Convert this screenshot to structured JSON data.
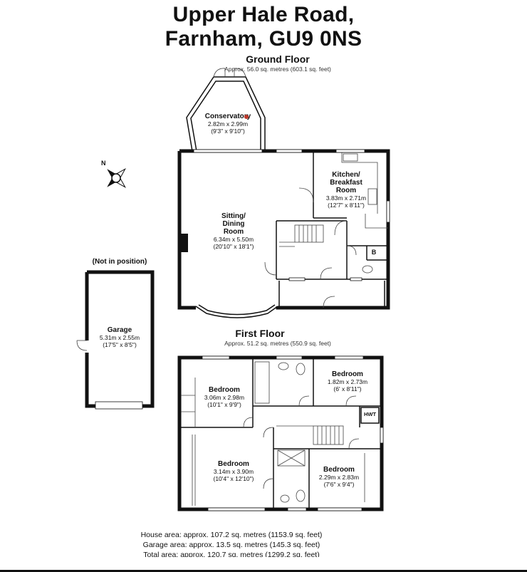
{
  "title": {
    "line1": "Upper Hale Road,",
    "line2": "Farnham, GU9 0NS"
  },
  "ground_floor": {
    "heading": "Ground Floor",
    "area": "Approx. 56.0 sq. metres (603.1 sq. feet)",
    "rooms": {
      "conservatory": {
        "name": "Conservatory",
        "metric": "2.82m x 2.99m",
        "imperial": "(9'3\" x 9'10\")"
      },
      "sitting": {
        "name1": "Sitting/",
        "name2": "Dining",
        "name3": "Room",
        "metric": "6.34m x 5.50m",
        "imperial": "(20'10\" x 18'1\")"
      },
      "kitchen": {
        "name1": "Kitchen/",
        "name2": "Breakfast",
        "name3": "Room",
        "metric": "3.83m x 2.71m",
        "imperial": "(12'7\" x 8'11\")"
      },
      "boiler": {
        "label": "B"
      }
    }
  },
  "garage": {
    "note": "(Not in position)",
    "name": "Garage",
    "metric": "5.31m x 2.55m",
    "imperial": "(17'5\" x 8'5\")"
  },
  "first_floor": {
    "heading": "First Floor",
    "area": "Approx. 51.2 sq. metres (550.9 sq. feet)",
    "rooms": {
      "bedroom_tl": {
        "name": "Bedroom",
        "metric": "3.06m x 2.98m",
        "imperial": "(10'1\" x 9'9\")"
      },
      "bedroom_tr": {
        "name": "Bedroom",
        "metric": "1.82m x 2.73m",
        "imperial": "(6' x 8'11\")"
      },
      "bedroom_main": {
        "name": "Bedroom",
        "metric": "3.14m x 3.90m",
        "imperial": "(10'4\" x 12'10\")"
      },
      "bedroom_br": {
        "name": "Bedroom",
        "metric": "2.29m x 2.83m",
        "imperial": "(7'6\" x 9'4\")"
      },
      "hwt": {
        "label": "HWT"
      }
    }
  },
  "footer": {
    "house": "House area: approx. 107.2 sq. metres (1153.9 sq. feet)",
    "garage": "Garage area: approx. 13.5 sq. metres (145.3 sq. feet)",
    "total": "Total area: approx. 120.7 sq. metres (1299.2 sq. feet)"
  },
  "icons": {
    "compass": "compass-rose-icon",
    "north": "N"
  }
}
